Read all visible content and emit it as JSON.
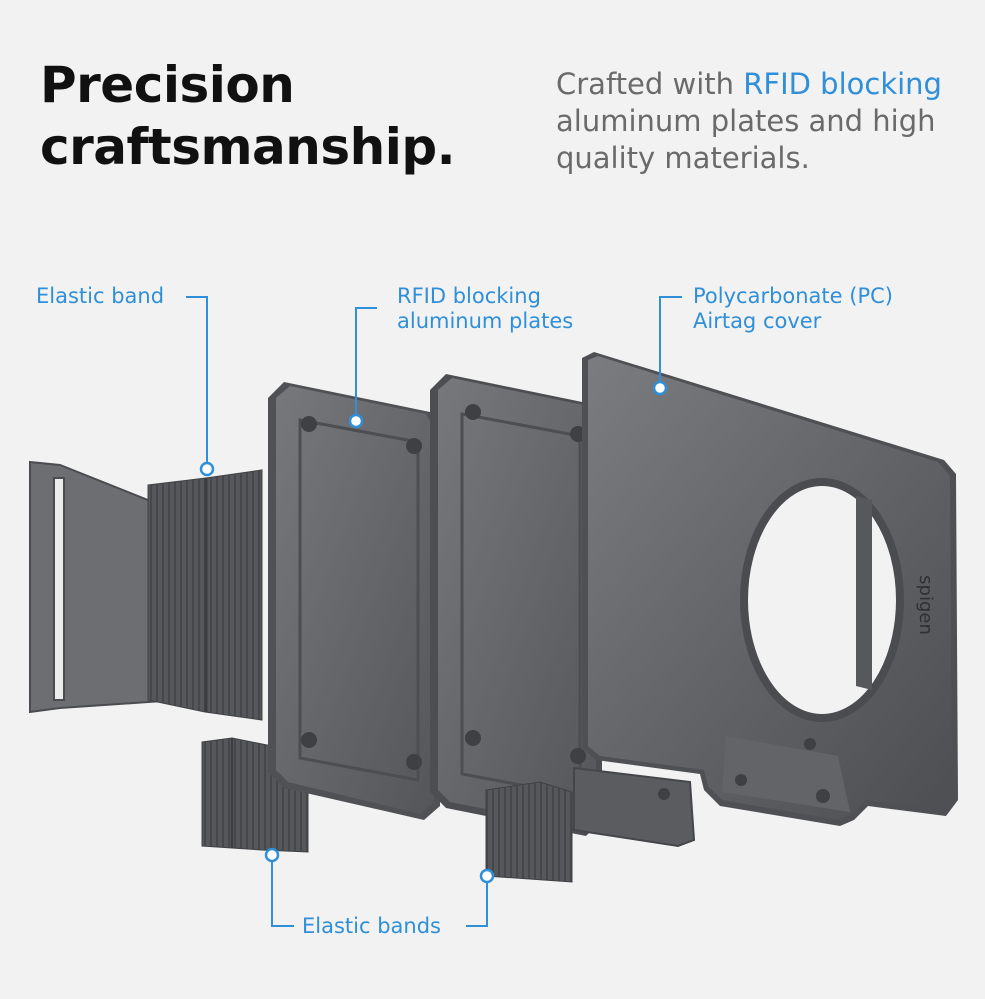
{
  "headline": {
    "line1": "Precision",
    "line2": "craftsmanship."
  },
  "subhead": {
    "prefix": "Crafted with ",
    "highlight": "RFID blocking",
    "line2": "aluminum plates and high",
    "line3": "quality materials."
  },
  "callouts": {
    "elastic_band": "Elastic band",
    "rfid_line1": "RFID blocking",
    "rfid_line2": "aluminum plates",
    "pc_line1": "Polycarbonate (PC)",
    "pc_line2": "Airtag cover",
    "elastic_bands": "Elastic bands"
  },
  "logo_text": "spigen",
  "colors": {
    "background": "#f2f2f2",
    "accent": "#2f8fd8",
    "headline": "#111111",
    "subtext": "#6a6a6a",
    "part": "#5b5d60"
  }
}
